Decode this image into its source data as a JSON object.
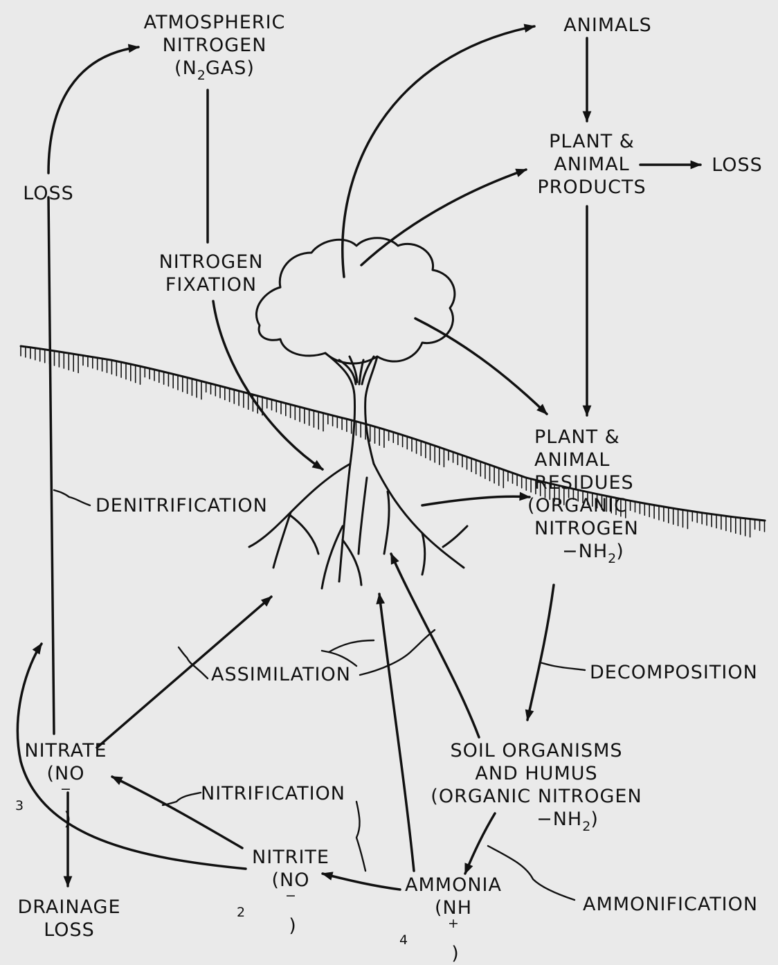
{
  "labels": {
    "atmospheric_nitrogen": {
      "line1": "ATMOSPHERIC",
      "line2": "NITROGEN",
      "line3_pre": "(N",
      "line3_sub": "2",
      "line3_post": "GAS)"
    },
    "animals": "ANIMALS",
    "plant_animal_products": {
      "line1": "PLANT &",
      "line2": "ANIMAL",
      "line3": "PRODUCTS"
    },
    "products_loss": "LOSS",
    "loss_left": "LOSS",
    "nitrogen_fixation": {
      "line1": "NITROGEN",
      "line2": "FIXATION"
    },
    "plant_animal_residues": {
      "line1": "PLANT &",
      "line2": "ANIMAL",
      "line3": "RESIDUES",
      "line4": "(ORGANIC",
      "line5": "NITROGEN",
      "line6_pre": "−NH",
      "line6_sub": "2",
      "line6_post": ")"
    },
    "denitrification": "DENITRIFICATION",
    "assimilation": "ASSIMILATION",
    "decomposition": "DECOMPOSITION",
    "nitrate": {
      "line1": "NITRATE",
      "line2_pre": "(NO",
      "line2_sup": "−",
      "line2_sub": "3",
      "line2_post": ")"
    },
    "nitrification": "NITRIFICATION",
    "soil_organisms": {
      "line1": "SOIL ORGANISMS",
      "line2": "AND HUMUS",
      "line3": "(ORGANIC NITROGEN",
      "line4_pre": "−NH",
      "line4_sub": "2",
      "line4_post": ")"
    },
    "nitrite": {
      "line1": "NITRITE",
      "line2_pre": "(NO",
      "line2_sup": "−",
      "line2_sub": "2",
      "line2_post": ")"
    },
    "ammonia": {
      "line1": "AMMONIA",
      "line2_pre": "(NH",
      "line2_sup": "+",
      "line2_sub": "4",
      "line2_post": ")"
    },
    "ammonification": "AMMONIFICATION",
    "drainage_loss": {
      "line1": "DRAINAGE",
      "line2": "LOSS"
    }
  },
  "colors": {
    "background": "#eaeaea",
    "ink": "#111111"
  }
}
